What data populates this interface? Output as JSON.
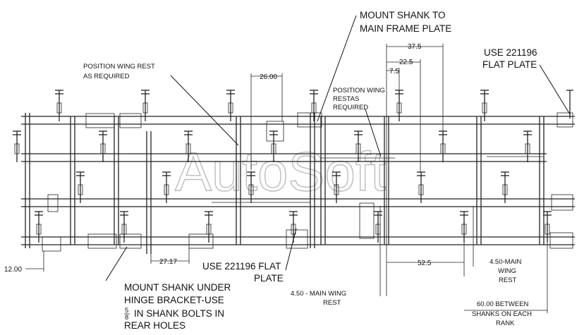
{
  "watermark": "AutoSoft",
  "callouts": {
    "mount_shank_main_frame": [
      "MOUNT SHANK TO",
      "MAIN FRAME PLATE"
    ],
    "use_221196_top": [
      "USE 221196",
      "FLAT PLATE"
    ],
    "position_wing_rest_left": [
      "POSITION WING REST",
      "AS REQUIRED"
    ],
    "position_wing_rest_center": [
      "POSITION WING",
      "RESTAS",
      "REQUIRED"
    ],
    "mount_shank_hinge": [
      "MOUNT SHANK UNDER",
      "HINGE BRACKET-USE",
      "IN SHANK BOLTS IN",
      "REAR HOLES"
    ],
    "hinge_fraction": {
      "numerator": "5",
      "denominator": "8"
    },
    "use_221196_bottom": [
      "USE 221196 FLAT",
      "PLATE"
    ],
    "main_wing_rest_left": [
      "4.50 - MAIN WING",
      "REST"
    ],
    "main_wing_rest_right": [
      "4.50-MAIN",
      "WING",
      "REST"
    ],
    "shank_spacing": [
      "60.00 BETWEEN",
      "SHANKS ON EACH",
      "RANK"
    ]
  },
  "dimensions": {
    "d_37_5": "37.5",
    "d_22_5": "22.5",
    "d_7_5": "7.5",
    "d_26_00": "26.00",
    "d_27_17": "27.17",
    "d_12_00": "12.00",
    "d_52_5": "52.5"
  }
}
